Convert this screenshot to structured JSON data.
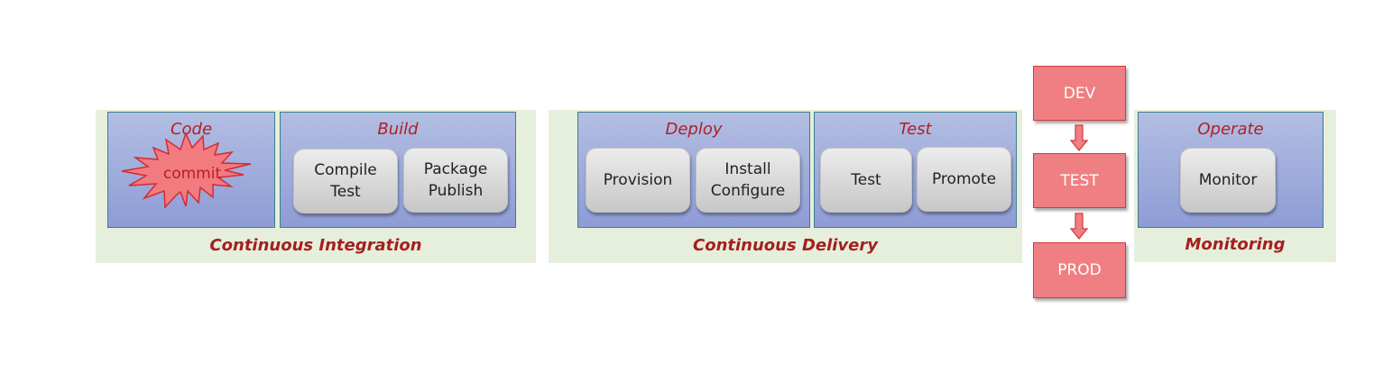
{
  "groups": {
    "ci": {
      "label": "Continuous Integration",
      "stages": {
        "code": {
          "title": "Code",
          "burst_label": "commit"
        },
        "build": {
          "title": "Build",
          "tasks": [
            [
              "Compile",
              "Test"
            ],
            [
              "Package",
              "Publish"
            ]
          ]
        }
      }
    },
    "cd": {
      "label": "Continuous Delivery",
      "stages": {
        "deploy": {
          "title": "Deploy",
          "tasks": [
            [
              "Provision"
            ],
            [
              "Install",
              "Configure"
            ]
          ]
        },
        "test": {
          "title": "Test",
          "tasks": [
            [
              "Test"
            ],
            [
              "Promote"
            ]
          ]
        }
      }
    },
    "monitoring": {
      "label": "Monitoring",
      "stages": {
        "operate": {
          "title": "Operate",
          "tasks": [
            [
              "Monitor"
            ]
          ]
        }
      }
    }
  },
  "environments": [
    "DEV",
    "TEST",
    "PROD"
  ],
  "colors": {
    "group_background": "#e6efdc",
    "stage_fill": "#9aa7db",
    "stage_border": "#3a7f8f",
    "title_red": "#b21f24",
    "env_fill": "#ef7f82",
    "env_border": "#d23a3f",
    "burst_fill": "#f27b80"
  }
}
